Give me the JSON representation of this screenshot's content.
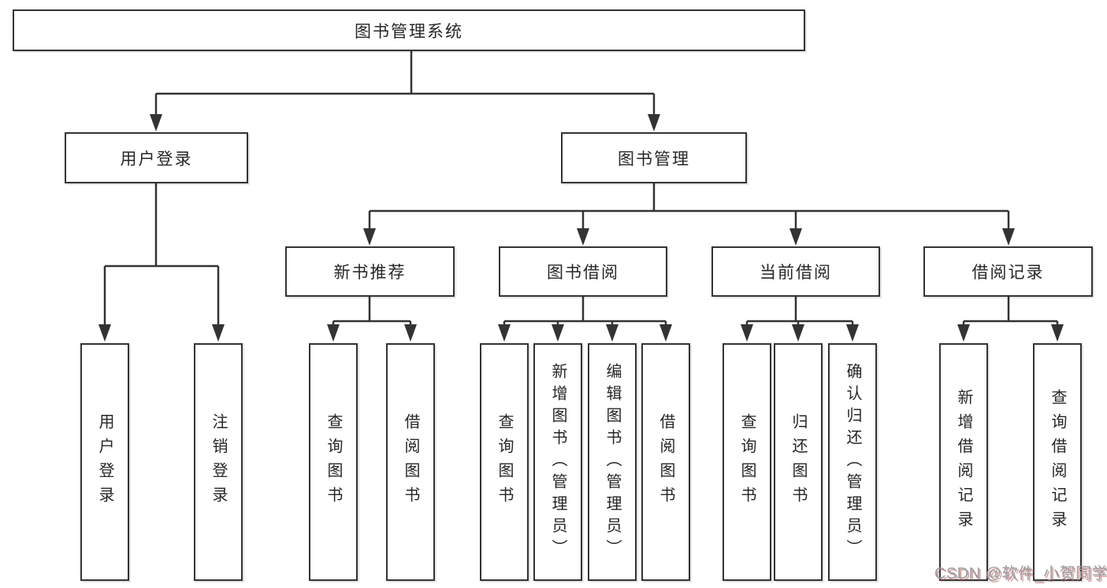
{
  "diagram": {
    "nodes": {
      "root": "图书管理系统",
      "user_login": "用户登录",
      "book_management": "图书管理",
      "new_book_recommend": "新书推荐",
      "book_borrowing": "图书借阅",
      "current_borrowing": "当前借阅",
      "borrowing_records": "借阅记录",
      "leaf_user_login": "用户登录",
      "leaf_logout": "注销登录",
      "leaf_recommend_query": "查询图书",
      "leaf_recommend_borrow": "借阅图书",
      "leaf_borrow_query": "查询图书",
      "leaf_borrow_add_admin": "新增图书（管理员）",
      "leaf_borrow_edit_admin": "编辑图书（管理员）",
      "leaf_borrow_borrow": "借阅图书",
      "leaf_current_query": "查询图书",
      "leaf_current_return": "归还图书",
      "leaf_current_confirm_admin": "确认归还（管理员）",
      "leaf_record_add": "新增借阅记录",
      "leaf_record_query": "查询借阅记录"
    },
    "hierarchy": {
      "图书管理系统": [
        "用户登录",
        "图书管理"
      ],
      "用户登录": [
        "用户登录",
        "注销登录"
      ],
      "图书管理": [
        "新书推荐",
        "图书借阅",
        "当前借阅",
        "借阅记录"
      ],
      "新书推荐": [
        "查询图书",
        "借阅图书"
      ],
      "图书借阅": [
        "查询图书",
        "新增图书（管理员）",
        "编辑图书（管理员）",
        "借阅图书"
      ],
      "当前借阅": [
        "查询图书",
        "归还图书",
        "确认归还（管理员）"
      ],
      "借阅记录": [
        "新增借阅记录",
        "查询借阅记录"
      ]
    },
    "colors": {
      "line": "#333333",
      "box_border": "#333333",
      "box_background": "#ffffff",
      "text": "#262626",
      "watermark_gray": "#9a9aa2",
      "watermark_red_shadow": "#b85448"
    }
  },
  "watermark": {
    "text": "CSDN @软件_小贺同学"
  }
}
